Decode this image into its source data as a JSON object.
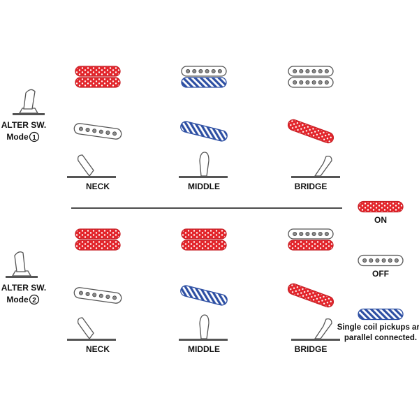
{
  "colors": {
    "on": "#e3262c",
    "parallel": "#2d4fa3",
    "outline": "#555555",
    "text": "#111111"
  },
  "modes": [
    {
      "title": "ALTER SW.",
      "mode_word": "Mode",
      "mode_number": "1",
      "positions": [
        {
          "label": "NECK",
          "humbucker": [
            "on",
            "on"
          ],
          "single": "off"
        },
        {
          "label": "MIDDLE",
          "humbucker": [
            "off",
            "parallel"
          ],
          "single": "parallel"
        },
        {
          "label": "BRIDGE",
          "humbucker": [
            "off",
            "off"
          ],
          "single": "on"
        }
      ]
    },
    {
      "title": "ALTER SW.",
      "mode_word": "Mode",
      "mode_number": "2",
      "positions": [
        {
          "label": "NECK",
          "humbucker": [
            "on",
            "on"
          ],
          "single": "off"
        },
        {
          "label": "MIDDLE",
          "humbucker": [
            "on",
            "on"
          ],
          "single": "parallel"
        },
        {
          "label": "BRIDGE",
          "humbucker": [
            "off",
            "on"
          ],
          "single": "on"
        }
      ]
    }
  ],
  "legend": [
    {
      "state": "on",
      "lines": [
        "ON"
      ]
    },
    {
      "state": "off",
      "lines": [
        "OFF"
      ]
    },
    {
      "state": "parallel",
      "lines": [
        "Single coil pickups are",
        "parallel connected."
      ]
    }
  ],
  "icons": [
    "alter-switch-icon",
    "selector-switch-icon",
    "humbucker-pickup-icon",
    "single-coil-pickup-icon"
  ]
}
